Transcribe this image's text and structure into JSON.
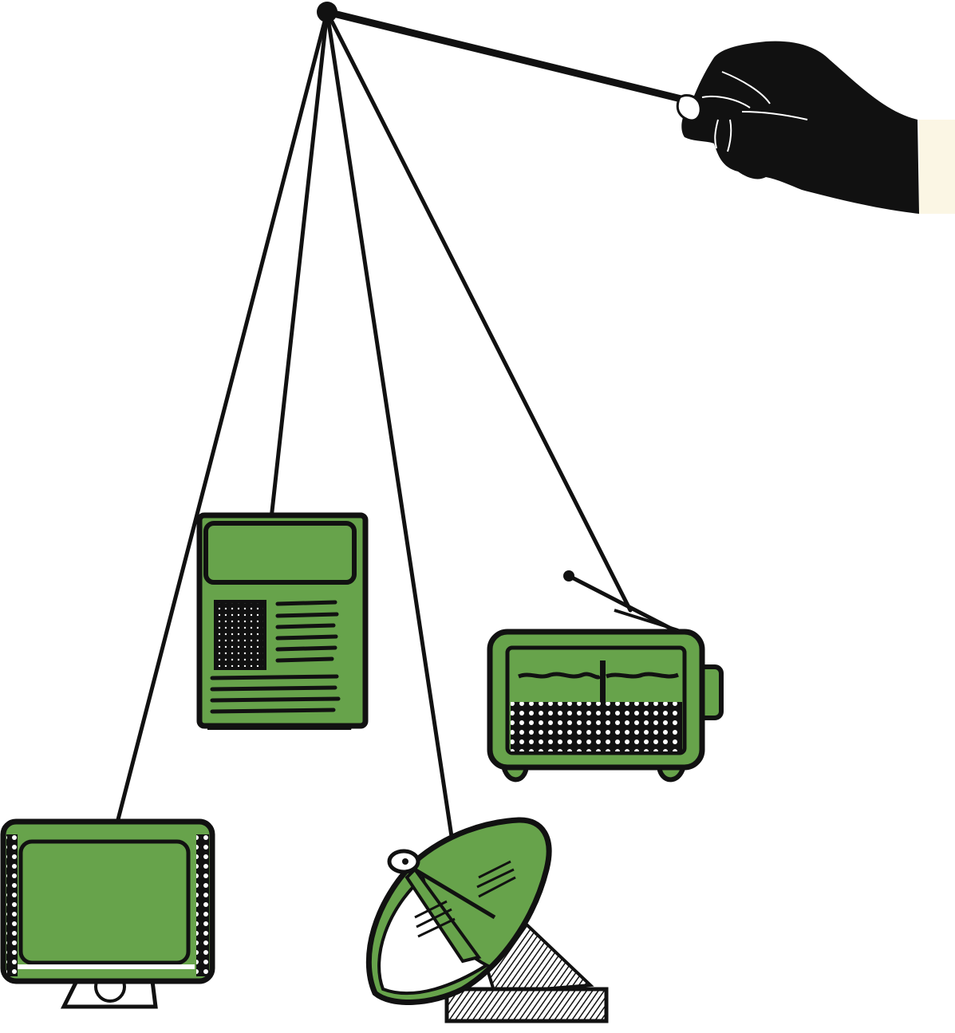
{
  "scene": {
    "description_visible_text": "",
    "items": [
      "hand-holding-rod",
      "pivot-knot",
      "newspaper",
      "radio",
      "television",
      "satellite-dish"
    ]
  },
  "colors": {
    "background": "#ffffff",
    "ink": "#111111",
    "green": "#67a34b",
    "cuff": "#fbf6e4",
    "light": "#ffffff"
  }
}
